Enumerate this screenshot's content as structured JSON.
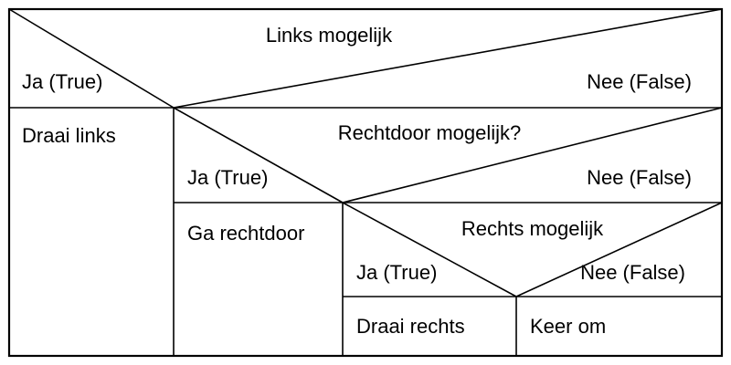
{
  "diagram": {
    "kind": "nested-decision-table-nassi-shneiderman",
    "language": "Dutch",
    "colors": {
      "line": "#000000",
      "background": "#ffffff",
      "text": "#000000"
    },
    "conditions": [
      {
        "question": "Links mogelijk",
        "yes_label": "Ja (True)",
        "no_label": "Nee (False)",
        "yes_action": "Draai links"
      },
      {
        "question": "Rechtdoor mogelijk?",
        "yes_label": "Ja (True)",
        "no_label": "Nee (False)",
        "yes_action": "Ga rechtdoor"
      },
      {
        "question": "Rechts mogelijk",
        "yes_label": "Ja (True)",
        "no_label": "Nee (False)",
        "yes_action": "Draai rechts",
        "no_action": "Keer om"
      }
    ]
  }
}
